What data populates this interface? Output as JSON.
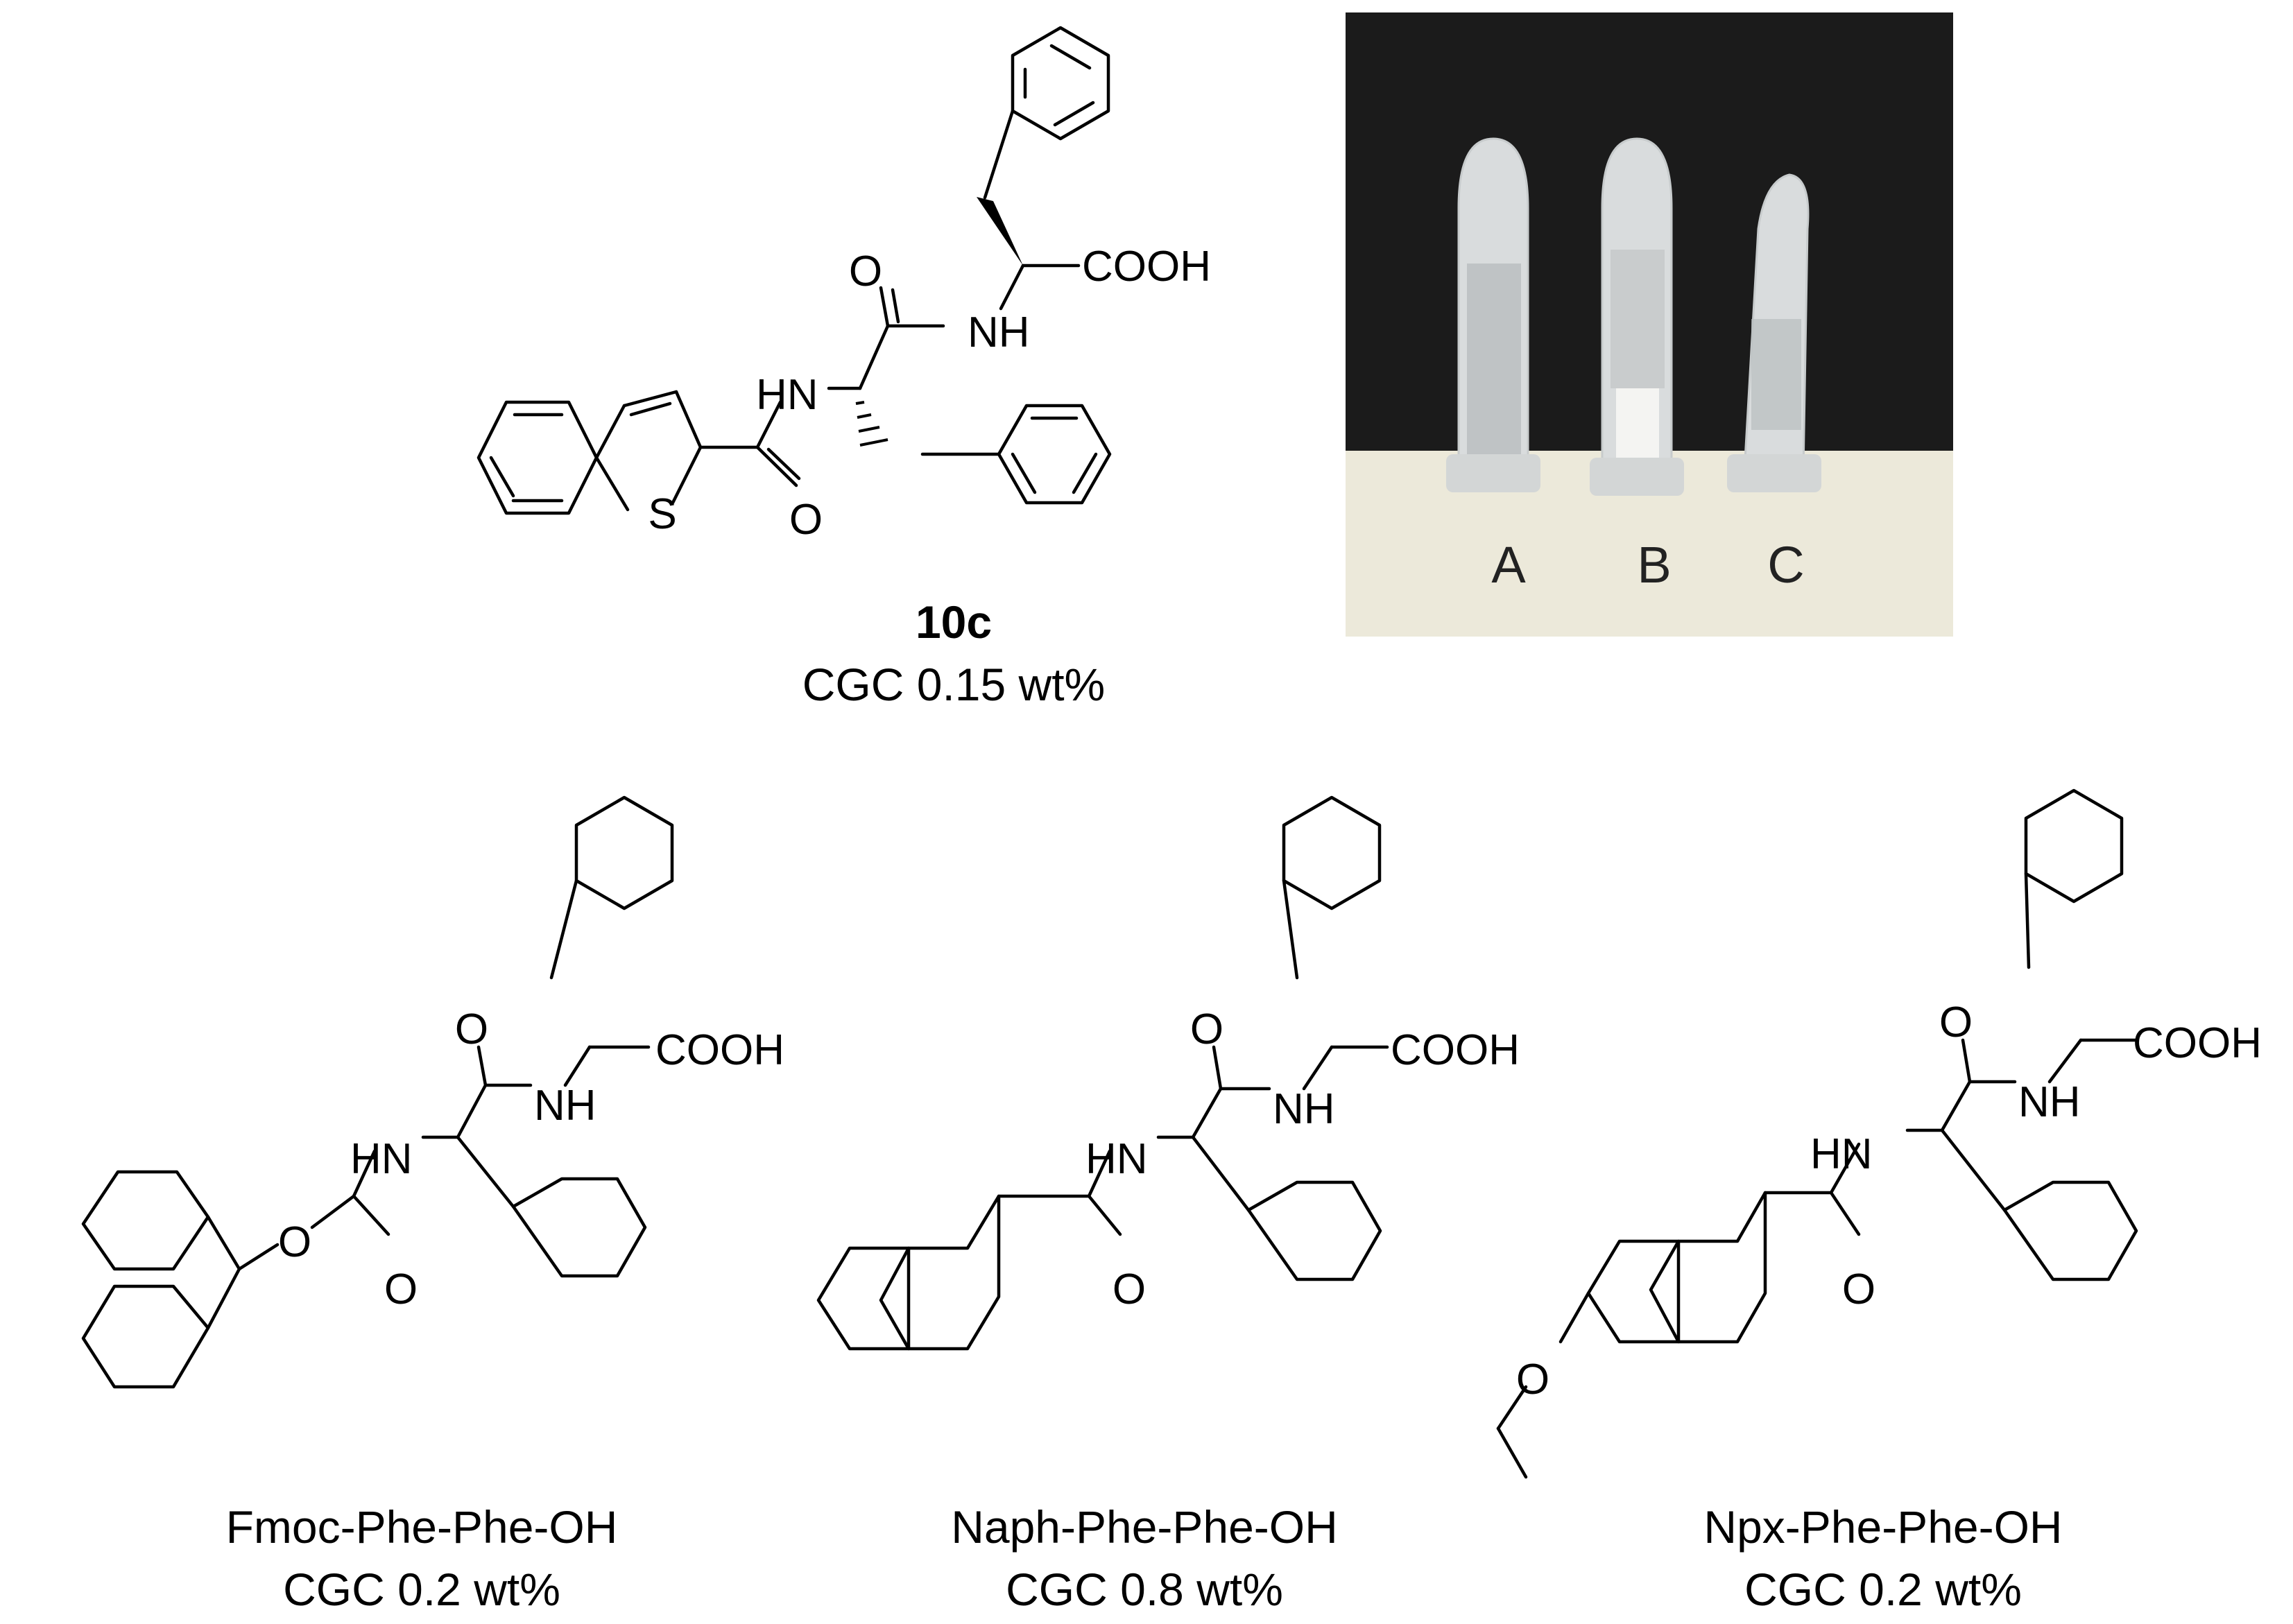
{
  "photo": {
    "tube_labels": [
      "A",
      "B",
      "C"
    ],
    "colors": {
      "background": "#1b1b1b",
      "bench": "#ece9da",
      "tube": "#d9dcdd",
      "gel": "#b8bdbf"
    }
  },
  "compounds": [
    {
      "id": "10c",
      "name": "10c",
      "cgc": "CGC 0.15 wt%",
      "atoms": {
        "cooh": "COOH",
        "nh": "NH",
        "hn": "HN",
        "o_top": "O",
        "o_bottom": "O",
        "s": "S"
      }
    },
    {
      "id": "fmoc",
      "name": "Fmoc-Phe-Phe-OH",
      "cgc": "CGC 0.2 wt%",
      "atoms": {
        "cooh": "COOH",
        "nh": "NH",
        "hn": "HN",
        "o_top": "O",
        "o_bottom": "O",
        "o_ester": "O"
      }
    },
    {
      "id": "naph",
      "name": "Naph-Phe-Phe-OH",
      "cgc": "CGC 0.8 wt%",
      "atoms": {
        "cooh": "COOH",
        "nh": "NH",
        "hn": "HN",
        "o_top": "O",
        "o_bottom": "O"
      }
    },
    {
      "id": "npx",
      "name": "Npx-Phe-Phe-OH",
      "cgc": "CGC 0.2 wt%",
      "atoms": {
        "cooh": "COOH",
        "nh": "NH",
        "hn": "HN",
        "o_top": "O",
        "o_bottom": "O",
        "o_methoxy": "O"
      }
    }
  ]
}
